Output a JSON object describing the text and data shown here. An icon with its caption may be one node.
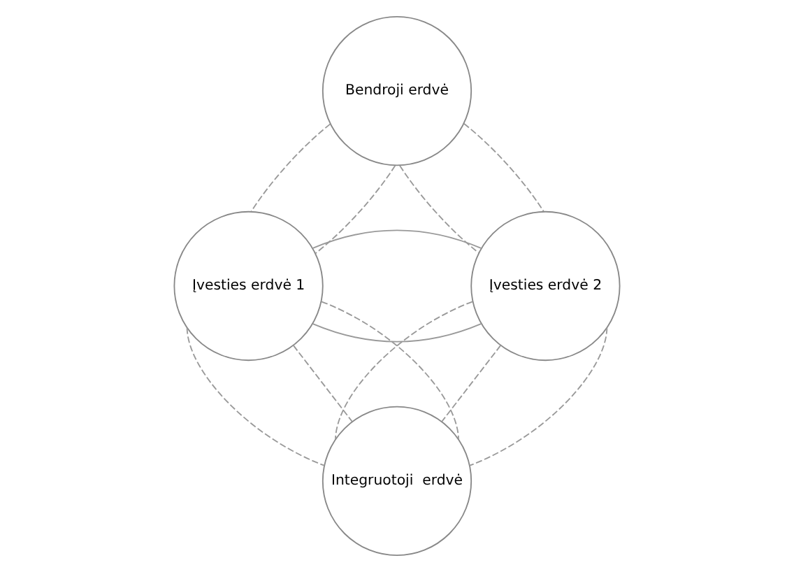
{
  "diagram": {
    "nodes": [
      {
        "text": [
          "Bendroji erdvė"
        ]
      },
      {
        "text": [
          "Įvesties erdvė 1"
        ]
      },
      {
        "text": [
          "Įvesties erdvė 2"
        ]
      },
      {
        "text": [
          "Integruotoji  erdvė"
        ]
      }
    ],
    "edges": [
      {
        "from": 0,
        "to": 1,
        "arrow": "none",
        "style": "dashed"
      },
      {
        "from": 0,
        "to": 1,
        "arrow": "none",
        "style": "dashed"
      },
      {
        "from": 0,
        "to": 2,
        "arrow": "none",
        "style": "dashed"
      },
      {
        "from": 0,
        "to": 2,
        "arrow": "none",
        "style": "dashed"
      },
      {
        "from": 1,
        "to": 2,
        "arrow": "none"
      },
      {
        "from": 1,
        "to": 2,
        "arrow": "none"
      },
      {
        "from": 1,
        "to": 3,
        "arrow": "none",
        "style": "dashed"
      },
      {
        "from": 1,
        "to": 3,
        "arrow": "none",
        "style": "dashed"
      },
      {
        "from": 1,
        "to": 3,
        "arrow": "none",
        "style": "dashed"
      },
      {
        "from": 2,
        "to": 3,
        "arrow": "none",
        "style": "dashed"
      },
      {
        "from": 2,
        "to": 3,
        "arrow": "none",
        "style": "dashed"
      },
      {
        "from": 2,
        "to": 3,
        "arrow": "none",
        "style": "dashed"
      }
    ]
  }
}
